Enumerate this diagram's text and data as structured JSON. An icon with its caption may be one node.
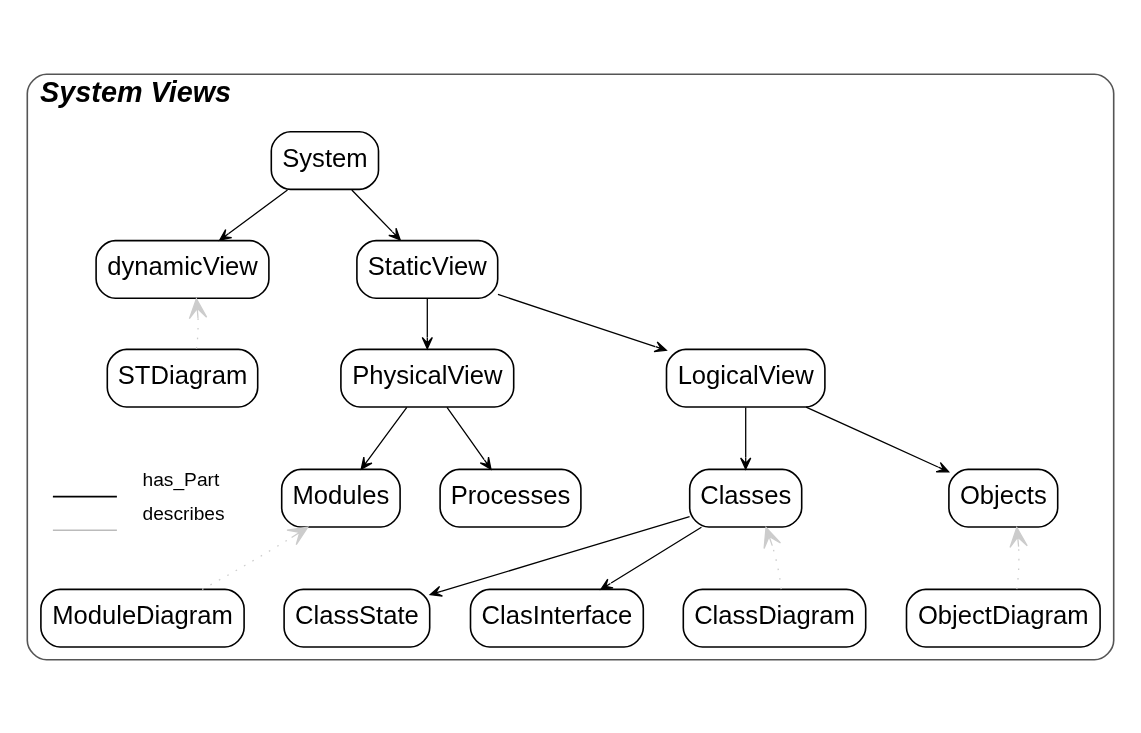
{
  "diagram": {
    "nodes": [
      {
        "text": [
          "System Views"
        ]
      },
      {
        "text": [
          "System"
        ],
        "in": 0
      },
      {
        "text": [
          "dynamicView"
        ],
        "in": 0
      },
      {
        "text": [
          "StaticView"
        ],
        "in": 0
      },
      {
        "text": [
          "PhysicalView"
        ],
        "in": 0
      },
      {
        "text": [
          "LogicalView"
        ],
        "in": 0
      },
      {
        "text": [
          "Modules"
        ],
        "in": 0
      },
      {
        "text": [
          "Processes"
        ],
        "in": 0
      },
      {
        "text": [
          "Classes"
        ],
        "in": 0
      },
      {
        "text": [
          "Objects"
        ],
        "in": 0
      },
      {
        "text": [
          "ClassState"
        ],
        "in": 0
      },
      {
        "text": [
          "ClasInterface"
        ],
        "in": 0
      },
      {
        "text": [
          "STDiagram"
        ],
        "in": 0
      },
      {
        "text": [
          "ModuleDiagram"
        ],
        "in": 0
      },
      {
        "text": [
          "ClassDiagram"
        ],
        "in": 0
      },
      {
        "text": [
          "ObjectDiagram"
        ],
        "in": 0
      }
    ],
    "edges": [
      {
        "from": 1,
        "to": 2,
        "arrow": "to"
      },
      {
        "from": 1,
        "to": 3,
        "arrow": "to"
      },
      {
        "from": 3,
        "to": 4,
        "arrow": "to"
      },
      {
        "from": 3,
        "to": 5,
        "arrow": "to"
      },
      {
        "from": 4,
        "to": 6,
        "arrow": "to"
      },
      {
        "from": 4,
        "to": 7,
        "arrow": "to"
      },
      {
        "from": 5,
        "to": 8,
        "arrow": "to"
      },
      {
        "from": 5,
        "to": 9,
        "arrow": "to"
      },
      {
        "from": 8,
        "to": 10,
        "arrow": "to"
      },
      {
        "from": 8,
        "to": 11,
        "arrow": "to"
      },
      {
        "from": 12,
        "to": 2,
        "arrow": "to",
        "style": "dashed",
        "color": "#cccccc"
      },
      {
        "from": 13,
        "to": 6,
        "arrow": "to",
        "style": "dashed",
        "color": "#cccccc"
      },
      {
        "from": 14,
        "to": 8,
        "arrow": "to",
        "style": "dashed",
        "color": "#cccccc"
      },
      {
        "from": 15,
        "to": 9,
        "arrow": "to",
        "style": "dashed",
        "color": "#cccccc"
      }
    ],
    "legend": [
      {
        "text": "has_Part"
      },
      {
        "text": "describes"
      }
    ]
  }
}
